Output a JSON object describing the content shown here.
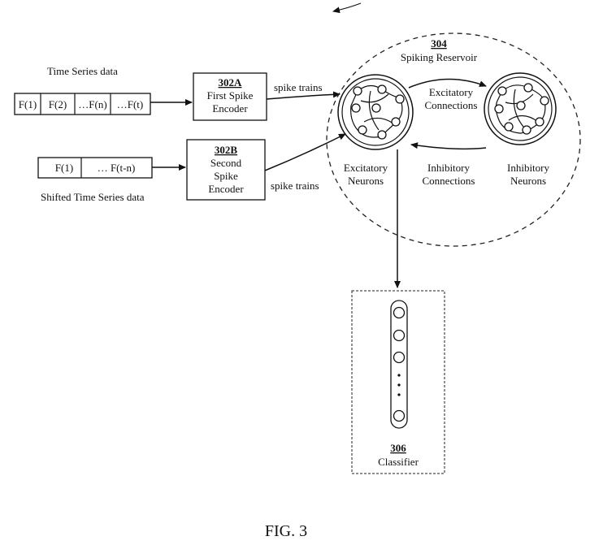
{
  "figure_label": "FIG. 3",
  "time_series": {
    "title": "Time Series data",
    "cells": [
      "F(1)",
      "F(2)",
      "…F(n)",
      "…F(t)"
    ]
  },
  "shifted_series": {
    "title": "Shifted Time Series data",
    "cells": [
      "F(1)",
      "… F(t-n)"
    ]
  },
  "encoder_a": {
    "id": "302A",
    "lines": [
      "First Spike",
      "Encoder"
    ]
  },
  "encoder_b": {
    "id": "302B",
    "lines": [
      "Second",
      "Spike",
      "Encoder"
    ]
  },
  "spike_trains_a": "spike trains",
  "spike_trains_b": "spike trains",
  "reservoir": {
    "id": "304",
    "title": "Spiking Reservoir"
  },
  "excitatory_neurons": [
    "Excitatory",
    "Neurons"
  ],
  "inhibitory_neurons": [
    "Inhibitory",
    "Neurons"
  ],
  "excitatory_connections": [
    "Excitatory",
    "Connections"
  ],
  "inhibitory_connections": [
    "Inhibitory",
    "Connections"
  ],
  "classifier": {
    "id": "306",
    "title": "Classifier"
  }
}
